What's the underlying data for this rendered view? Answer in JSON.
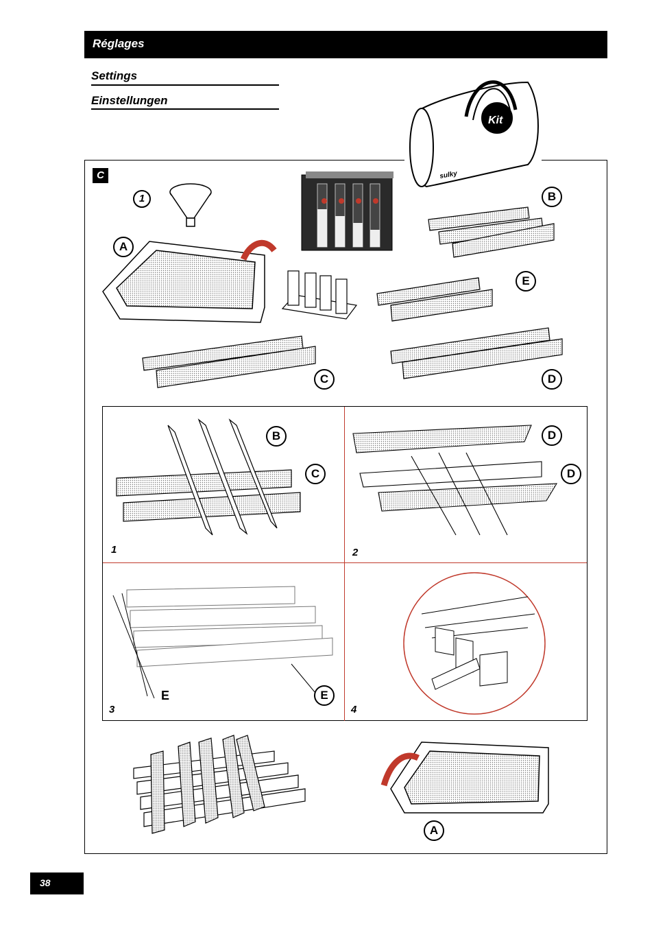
{
  "header": {
    "title": "Réglages"
  },
  "subtitles": {
    "english": "Settings",
    "german": "Einstellungen"
  },
  "section": {
    "badge": "C"
  },
  "kit": {
    "item_number": "1",
    "bag_logo": "Kit",
    "brand": "sulky"
  },
  "callouts": {
    "tray": "A",
    "dividers_b": "B",
    "dividers_e": "E",
    "dividers_c": "C",
    "dividers_d": "D"
  },
  "steps": [
    {
      "number": "1",
      "labels": [
        "B",
        "C"
      ]
    },
    {
      "number": "2",
      "labels": [
        "D",
        "D"
      ]
    },
    {
      "number": "3",
      "labels": [
        "E",
        "E"
      ]
    },
    {
      "number": "4",
      "labels": []
    }
  ],
  "bottom": {
    "tray_label": "A"
  },
  "footer": {
    "page_number": "38"
  },
  "colors": {
    "accent_red": "#c0392b",
    "header_bg": "#000000"
  }
}
